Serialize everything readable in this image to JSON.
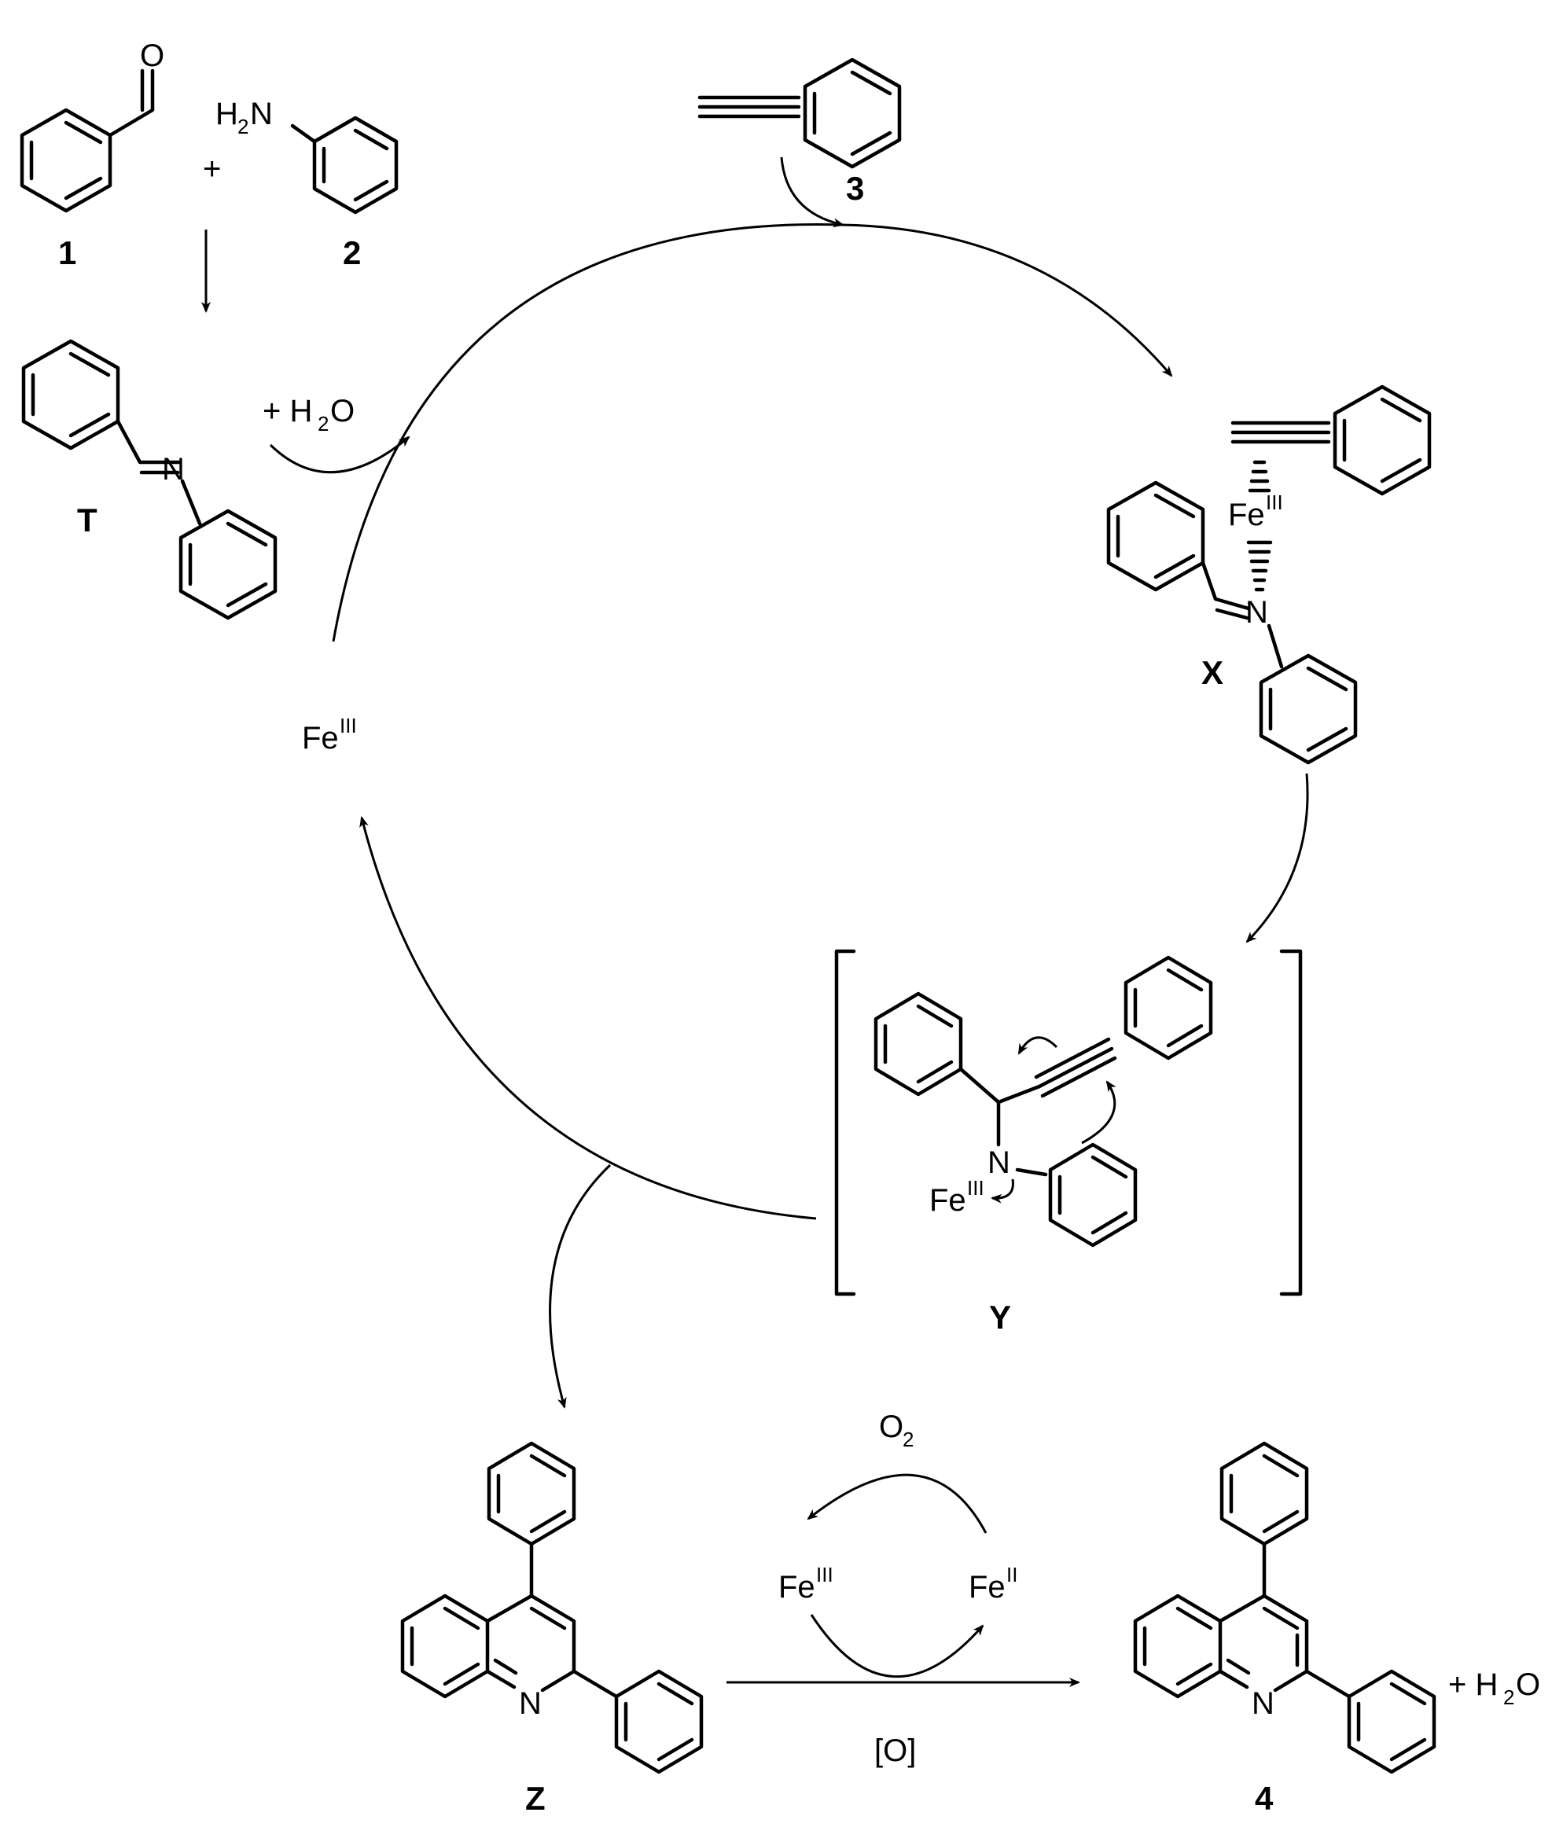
{
  "labels": {
    "aldehyde": "1",
    "aniline": "2",
    "alkyne": "3",
    "imine": "T",
    "complex_x": "X",
    "intermediate_y": "Y",
    "dihydroquinoline": "Z",
    "product": "4"
  },
  "text": {
    "plus": "+",
    "oxygen": "O",
    "nitrogen": "N",
    "amine_h": "H",
    "amine_sub": "2",
    "amine_n": "N",
    "water_prefix": "+ H",
    "water_sub": "2",
    "water_o": "O",
    "iron": "Fe",
    "ox_iii": "III",
    "ox_ii": "II",
    "o2_main": "O",
    "o2_sub": "2",
    "oxidant": "[O]"
  }
}
